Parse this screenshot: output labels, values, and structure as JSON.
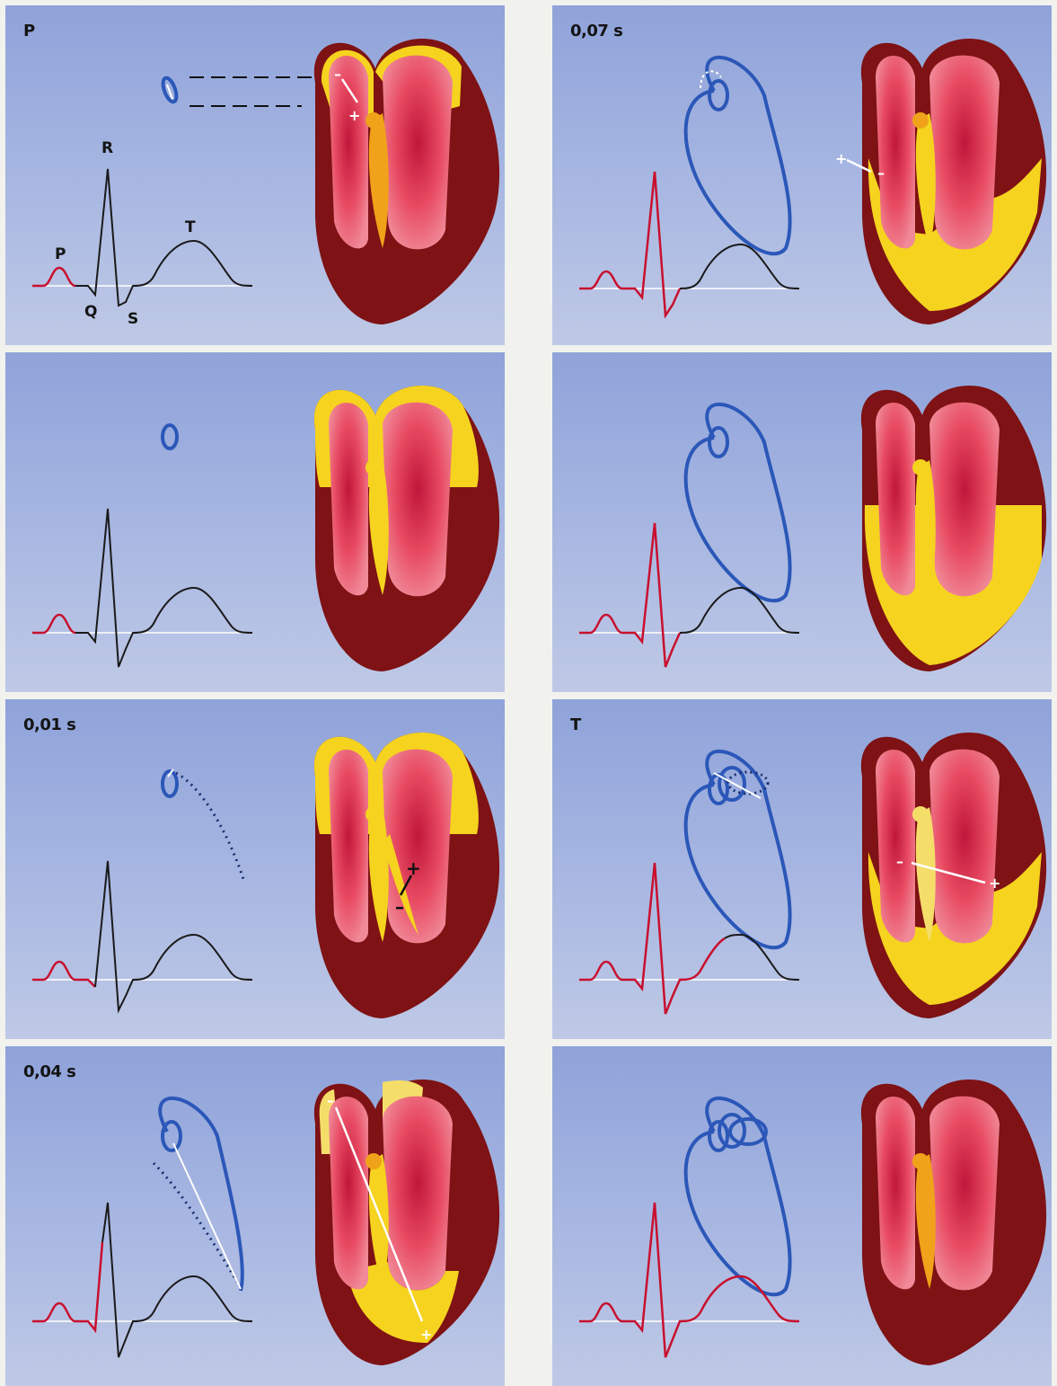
{
  "panels": [
    {
      "id": "p1",
      "label": "P"
    },
    {
      "id": "p2",
      "label": "0,07 s"
    },
    {
      "id": "p3",
      "label": ""
    },
    {
      "id": "p4",
      "label": ""
    },
    {
      "id": "p5",
      "label": "0,01 s"
    },
    {
      "id": "p6",
      "label": "T"
    },
    {
      "id": "p7",
      "label": "0,04 s"
    },
    {
      "id": "p8",
      "label": ""
    }
  ],
  "waveform_labels": {
    "p": "P",
    "q": "Q",
    "r": "R",
    "s": "S",
    "t": "T"
  },
  "vector_signs": {
    "plus": "+",
    "minus": "–"
  },
  "colors": {
    "panel_background": "#a3b3df",
    "ecg_active": "#c8102e",
    "ecg_inactive": "#1a1a1a",
    "baseline": "#ffffff",
    "vector_loop": "#2b57b8",
    "myocardium_dark": "#7e1214",
    "heart_chamber": "#e8485e",
    "depolarized": "#f5d31f",
    "conduction": "#f0a21a"
  }
}
